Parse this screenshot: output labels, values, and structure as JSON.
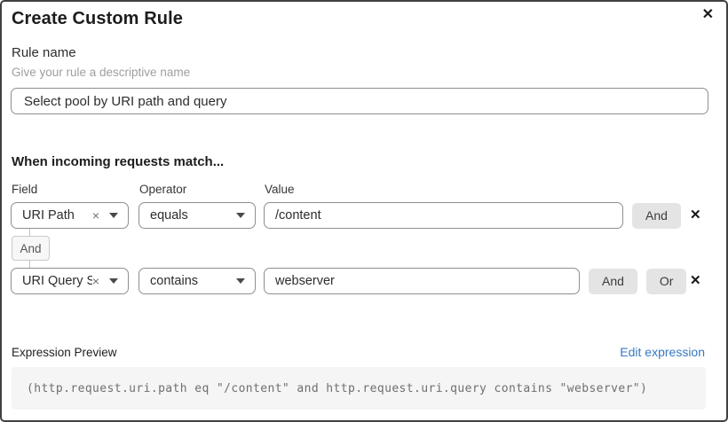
{
  "dialog": {
    "title": "Create Custom Rule",
    "close_icon": "✕"
  },
  "rule_name": {
    "label": "Rule name",
    "hint": "Give your rule a descriptive name",
    "value": "Select pool by URI path and query"
  },
  "match": {
    "heading": "When incoming requests match...",
    "columns": {
      "field": "Field",
      "operator": "Operator",
      "value": "Value"
    },
    "connector_label": "And",
    "clear_icon": "×",
    "remove_icon": "✕",
    "rows": [
      {
        "field": "URI Path",
        "operator": "equals",
        "value": "/content",
        "and_label": "And"
      },
      {
        "field": "URI Query St...",
        "operator": "contains",
        "value": "webserver",
        "and_label": "And",
        "or_label": "Or"
      }
    ]
  },
  "preview": {
    "label": "Expression Preview",
    "edit_link": "Edit expression",
    "expression": "(http.request.uri.path eq \"/content\" and http.request.uri.query contains \"webserver\")"
  },
  "colors": {
    "link_blue": "#3779c2",
    "button_gray": "#e4e4e4",
    "code_bg": "#f5f5f5",
    "border_gray": "#8f8f8f"
  }
}
